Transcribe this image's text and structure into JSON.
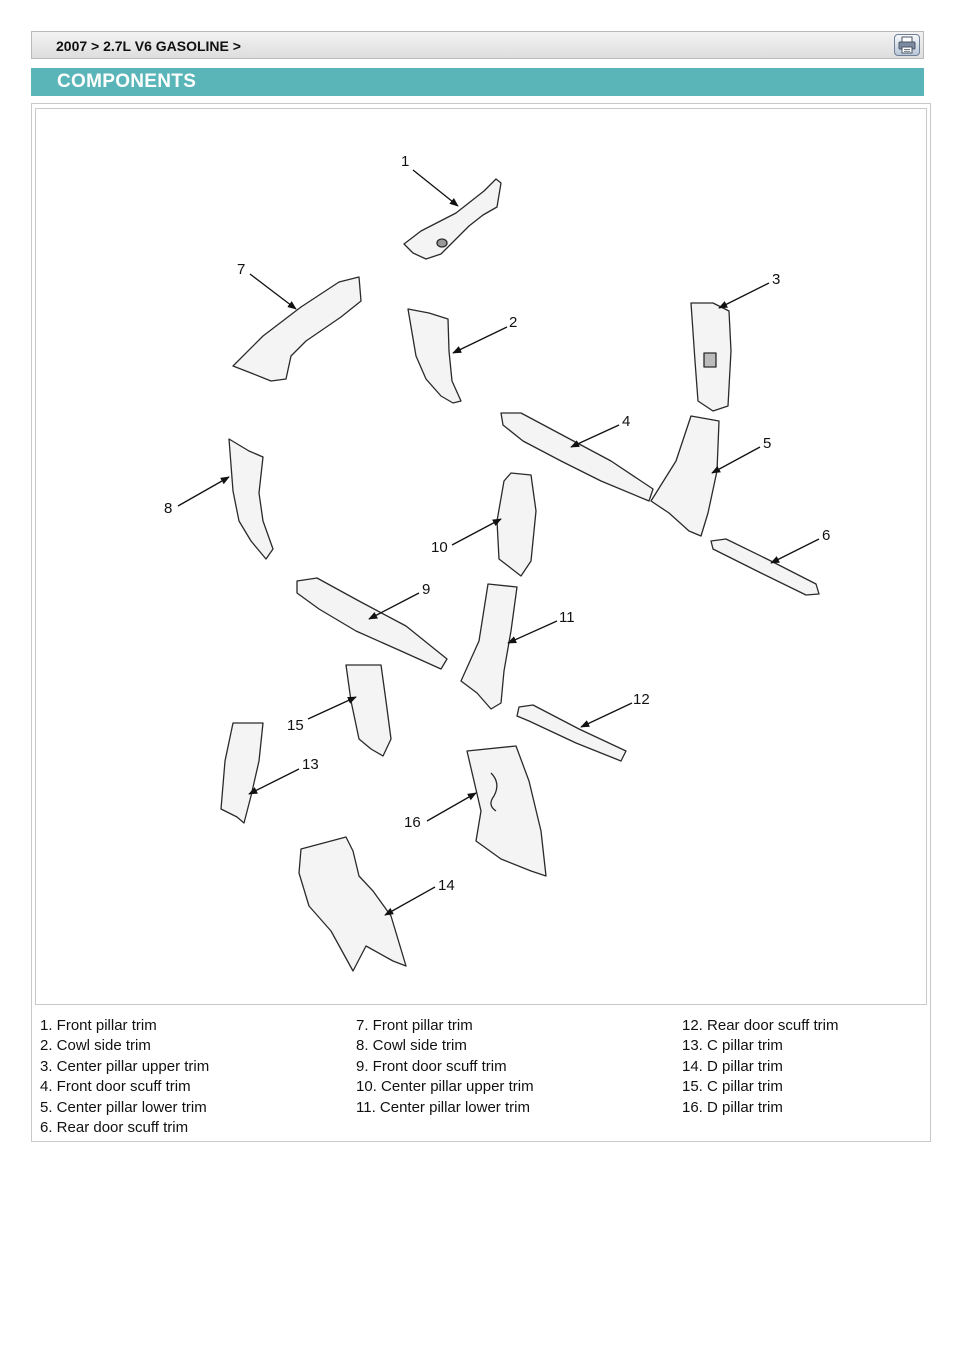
{
  "breadcrumb": "2007 > 2.7L V6 GASOLINE >",
  "section_title": "COMPONENTS",
  "print_icon": "printer-icon",
  "callouts": [
    "1",
    "2",
    "3",
    "4",
    "5",
    "6",
    "7",
    "8",
    "9",
    "10",
    "11",
    "12",
    "13",
    "14",
    "15",
    "16"
  ],
  "legend": {
    "col1": [
      "1. Front pillar trim",
      "2. Cowl side trim",
      "3. Center pillar upper trim",
      "4. Front door scuff trim",
      "5. Center pillar lower trim",
      "6. Rear door scuff trim"
    ],
    "col2": [
      "7. Front pillar trim",
      "8. Cowl side trim",
      "9. Front door scuff trim",
      "10. Center pillar upper trim",
      "11. Center pillar lower trim"
    ],
    "col3": [
      "12. Rear door scuff trim",
      "13. C pillar trim",
      "14. D pillar trim",
      "15. C pillar trim",
      "16. D pillar trim"
    ]
  }
}
